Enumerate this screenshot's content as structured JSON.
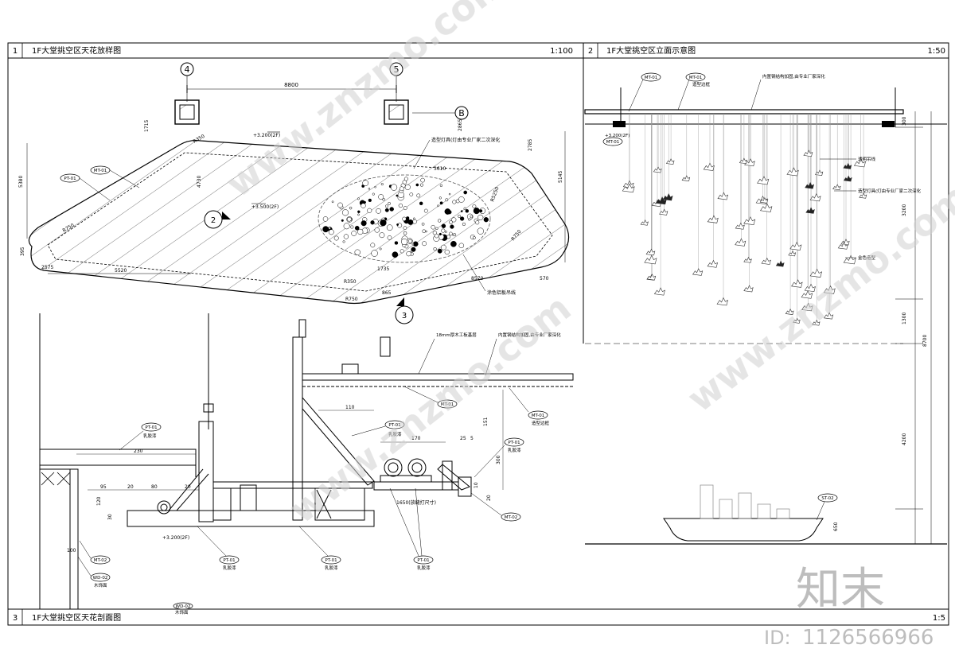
{
  "panels": {
    "p1": {
      "number": "1",
      "title": "1F大堂挑空区天花放样图",
      "scale": "1:100"
    },
    "p2": {
      "number": "2",
      "title": "1F大堂挑空区立面示意图",
      "scale": "1:50"
    },
    "p3": {
      "number": "3",
      "title": "1F大堂挑空区天花剖面图",
      "scale": "1:5"
    }
  },
  "plan": {
    "axis_left": "4",
    "axis_right": "5",
    "axis_b": "B",
    "span": "8800",
    "dims": {
      "d1715": "1715",
      "d5380": "5380",
      "d5145": "5145",
      "d2785": "2785",
      "d2865": "2865",
      "d3610": "3610",
      "d5520": "5520",
      "d570": "570",
      "d8570": "8570",
      "d1735": "1735",
      "d865": "865",
      "r350a": "R350",
      "r350b": "R350",
      "r750a": "R750",
      "r750b": "R750",
      "r750c": "R750",
      "d395": "395",
      "d2575": "2575",
      "d4730": "4730",
      "r5250": "R5250"
    },
    "levels": {
      "l1": "+3.200(2F)",
      "l2": "+3.500(2F)"
    },
    "tags": {
      "pt01": "PT-01",
      "mt01": "MT-01"
    },
    "notes": {
      "lamp": "造型灯具(灯由专业厂家二次深化",
      "paint": "涂色铝板吊线"
    },
    "section_mark_a": "2",
    "section_mark_b": "3"
  },
  "section": {
    "dims": {
      "d230": "230",
      "d95": "95",
      "d20a": "20",
      "d80": "80",
      "d20b": "20",
      "d120": "120",
      "d30": "30",
      "d100": "100",
      "d110": "110",
      "d170": "170",
      "d25": "25",
      "d5": "5",
      "d151": "151",
      "d300": "300",
      "d10": "10",
      "d20c": "20",
      "d1650": "1650(放缝打尺寸)"
    },
    "tags": {
      "pt01a": "PT-01",
      "pt01b": "PT-01",
      "pt01c": "PT-01",
      "pt01d": "PT-01",
      "pt01e": "PT-01",
      "pt01f": "PT-01",
      "mt01a": "MT-01",
      "mt01b": "MT-01",
      "mt02a": "MT-02",
      "mt02b": "MT-02",
      "wd02": "WD-02",
      "wd02b": "WD-02"
    },
    "notes": {
      "emulsion_a": "乳胶漆",
      "emulsion_b": "乳胶漆",
      "emulsion_c": "乳胶漆",
      "emulsion_d": "乳胶漆",
      "emulsion_e": "乳胶漆",
      "emulsion_f": "乳胶漆",
      "board": "18mm厚木工板基层",
      "steel": "内置钢结构加固,由专业厂家深化",
      "edge": "造型边框",
      "wood": "木饰面",
      "wood2": "木饰面"
    },
    "level": "+3.200(2F)"
  },
  "elevation": {
    "tags": {
      "mt01a": "MT-01",
      "mt01b": "MT-01",
      "mt01c": "MT-01",
      "st02": "ST-02"
    },
    "notes": {
      "top": "内置钢结构加固,由专业厂家深化",
      "frame": "造型边框",
      "wire": "透明吊线",
      "lamp": "造型灯具(灯由专业厂家二次深化",
      "plate": "金色造型"
    },
    "level": "+3.200(2F)",
    "dims": {
      "d300": "300",
      "d3200": "3200",
      "d1300": "1300",
      "d8700": "8700",
      "d4200": "4200",
      "d650": "650"
    }
  },
  "watermark": {
    "brand": "知末",
    "site": "www.znzmo.com",
    "id_label": "ID:",
    "id_value": "1126566966"
  }
}
